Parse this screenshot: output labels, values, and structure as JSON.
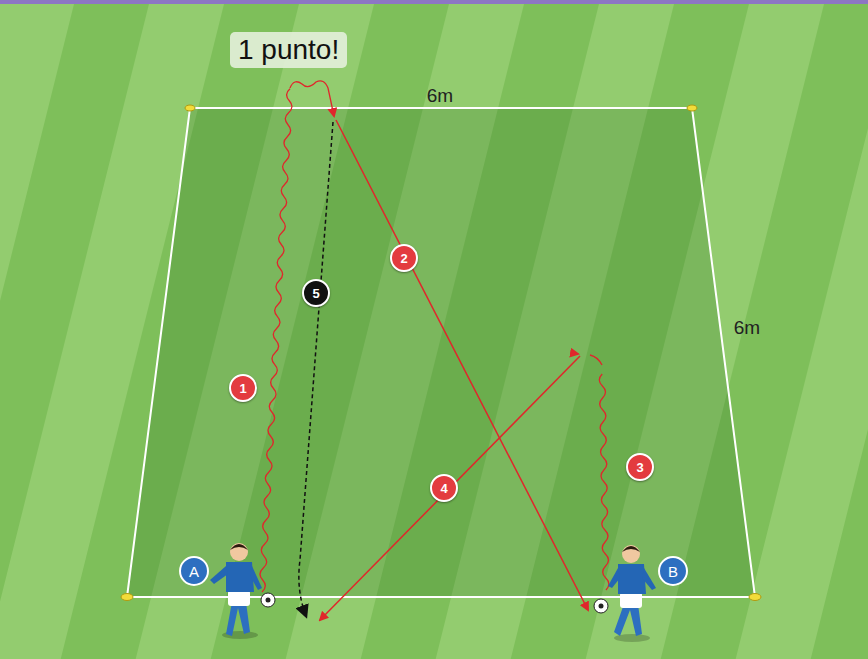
{
  "diagram": {
    "nodes": [
      {
        "text": [
          "1 punto!"
        ]
      },
      {
        "text": [
          "A"
        ]
      },
      {
        "text": [
          "B"
        ]
      }
    ],
    "labels": [
      "6m",
      "6m",
      "1",
      "2",
      "3",
      "4",
      "5"
    ]
  }
}
